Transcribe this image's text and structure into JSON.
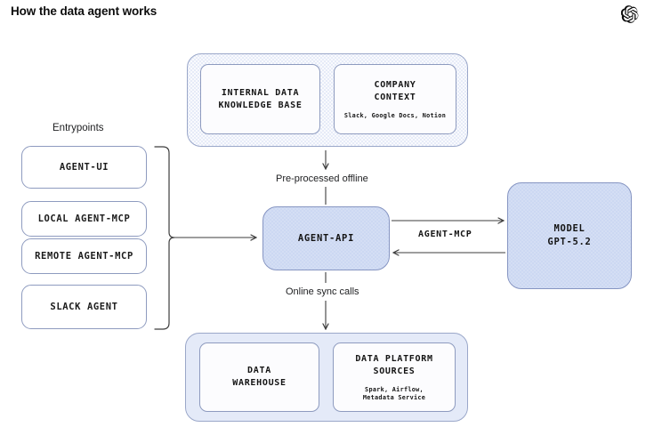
{
  "page": {
    "title": "How the data agent works",
    "brand_logo": "openai-logo",
    "background": "#ffffff",
    "accent_fill": "#ccd8f2",
    "group_fill": "#e6ebf8",
    "stroke": "#8e9bbf"
  },
  "entrypoints": {
    "label": "Entrypoints",
    "items": [
      {
        "label": "AGENT-UI"
      },
      {
        "label": "LOCAL AGENT-MCP"
      },
      {
        "label": "REMOTE AGENT-MCP"
      },
      {
        "label": "SLACK AGENT"
      }
    ]
  },
  "knowledge_group": {
    "boxes": [
      {
        "title_line1": "INTERNAL DATA",
        "title_line2": "KNOWLEDGE BASE",
        "subtitle_line1": "",
        "subtitle_line2": ""
      },
      {
        "title_line1": "COMPANY",
        "title_line2": "CONTEXT",
        "subtitle_line1": "Slack, Google Docs, Notion",
        "subtitle_line2": ""
      }
    ]
  },
  "data_group": {
    "boxes": [
      {
        "title_line1": "DATA",
        "title_line2": "WAREHOUSE",
        "subtitle_line1": "",
        "subtitle_line2": ""
      },
      {
        "title_line1": "DATA PLATFORM",
        "title_line2": "SOURCES",
        "subtitle_line1": "Spark, Airflow,",
        "subtitle_line2": "Metadata Service"
      }
    ]
  },
  "nodes": {
    "agent_api": {
      "line1": "AGENT-API",
      "line2": ""
    },
    "model": {
      "line1": "MODEL",
      "line2": "GPT-5.2"
    }
  },
  "connectors": {
    "preprocessed": "Pre-processed offline",
    "online_sync": "Online sync calls",
    "agent_mcp": "AGENT-MCP"
  },
  "chart_data": {
    "type": "diagram",
    "title": "How the data agent works",
    "nodes": [
      {
        "id": "agent-ui",
        "label": "AGENT-UI",
        "group": "Entrypoints"
      },
      {
        "id": "local-agent-mcp",
        "label": "LOCAL AGENT-MCP",
        "group": "Entrypoints"
      },
      {
        "id": "remote-agent-mcp",
        "label": "REMOTE AGENT-MCP",
        "group": "Entrypoints"
      },
      {
        "id": "slack-agent",
        "label": "SLACK AGENT",
        "group": "Entrypoints"
      },
      {
        "id": "agent-api",
        "label": "AGENT-API",
        "group": "core"
      },
      {
        "id": "model",
        "label": "MODEL GPT-5.2",
        "group": "core"
      },
      {
        "id": "internal-data-kb",
        "label": "INTERNAL DATA KNOWLEDGE BASE",
        "group": "knowledge"
      },
      {
        "id": "company-context",
        "label": "COMPANY CONTEXT",
        "group": "knowledge",
        "detail": "Slack, Google Docs, Notion"
      },
      {
        "id": "data-warehouse",
        "label": "DATA WAREHOUSE",
        "group": "data-platform"
      },
      {
        "id": "data-platform-sources",
        "label": "DATA PLATFORM SOURCES",
        "group": "data-platform",
        "detail": "Spark, Airflow, Metadata Service"
      }
    ],
    "edges": [
      {
        "from": "Entrypoints",
        "to": "agent-api",
        "label": "",
        "direction": "forward"
      },
      {
        "from": "agent-api",
        "to": "knowledge",
        "label": "Pre-processed offline",
        "direction": "forward"
      },
      {
        "from": "agent-api",
        "to": "data-platform",
        "label": "Online sync calls",
        "direction": "forward"
      },
      {
        "from": "agent-api",
        "to": "model",
        "label": "AGENT-MCP",
        "direction": "forward"
      },
      {
        "from": "model",
        "to": "agent-api",
        "label": "AGENT-MCP",
        "direction": "forward"
      }
    ]
  }
}
